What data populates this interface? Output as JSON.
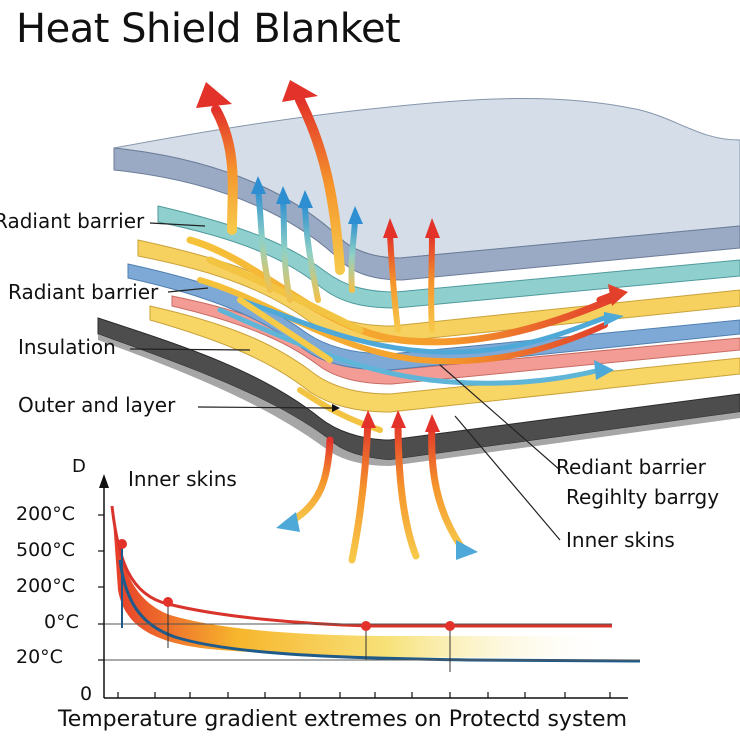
{
  "title": "Heat Shield Blanket",
  "labels_left": [
    "Radiant barrier",
    "Radiant barrier",
    "Insulation",
    "Outer and layer"
  ],
  "labels_right": [
    "Rediant barrier",
    "Regihlty barrgy",
    "Inner skins"
  ],
  "graph": {
    "inner_label": "Inner skins",
    "axis_letter": "D",
    "y_ticks": [
      "200°C",
      "500°C",
      "200°C",
      "0°C",
      "20°C",
      "0"
    ],
    "x_caption": "Temperature gradient extremes on Protectd system"
  },
  "colors": {
    "top_layer": "#c9d5e3",
    "teal_layer": "#8fcfd0",
    "yellow_layer": "#f6d56b",
    "blue_layer": "#7aa9d6",
    "pink_layer": "#f29a94",
    "dark_layer": "#555555",
    "hot_curve": "#d9342b",
    "cool_curve": "#1f5b8a"
  },
  "icons": [
    "heat-arrow-icon",
    "heat-arrow-icon"
  ]
}
